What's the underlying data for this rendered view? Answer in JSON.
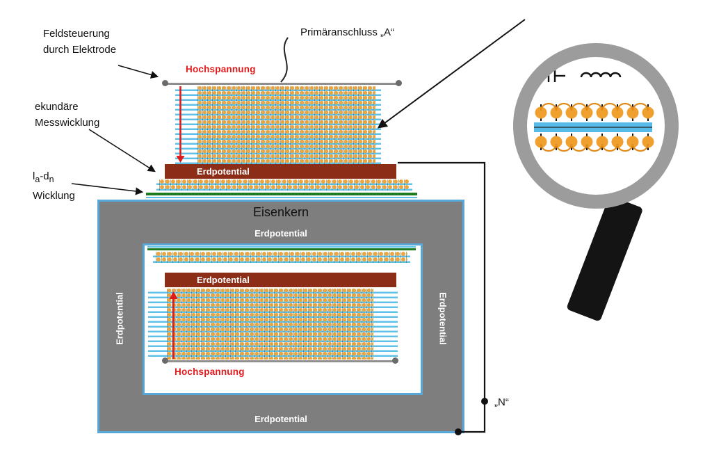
{
  "annotations": {
    "feldsteuerung_line1": "Feldsteuerung",
    "feldsteuerung_line2": "durch Elektrode",
    "primaeranschluss": "Primäranschluss „A“",
    "sekundaer_line1": "ekundäre",
    "sekundaer_line2": "Messwicklung",
    "dadn": {
      "p1": "l",
      "s1": "a",
      "p2": "-d",
      "s2": "n",
      "line2": "Wicklung"
    },
    "n_terminal": "„N“"
  },
  "diagram": {
    "hochspannung_top": "Hochspannung",
    "hochspannung_bottom": "Hochspannung",
    "erdpotential_bar_top": "Erdpotential",
    "erdpotential_bar_inner": "Erdpotential",
    "eisenkern": "Eisenkern",
    "erdpotential_core_top": "Erdpotential",
    "erdpotential_core_left": "Erdpotential",
    "erdpotential_core_right": "Erdpotential",
    "erdpotential_core_bottom": "Erdpotential"
  },
  "colors": {
    "winding_orange": "#EAA53E",
    "foil_cyan": "#5FC1E8",
    "erd_bar_brown": "#8C2D17",
    "core_gray": "#7E7E7E",
    "core_border_blue": "#57A8D8",
    "hochspannung_red": "#E01B1B",
    "winding_green": "#1E7A1E",
    "magnifier_gray": "#9C9C9C",
    "handle_black": "#141414"
  }
}
